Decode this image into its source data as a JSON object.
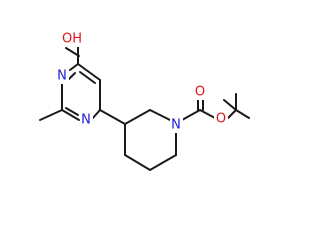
{
  "molecule": {
    "atoms": {
      "hydroxyl": {
        "label": "OH",
        "color": "#e0141d"
      },
      "n_upper": {
        "label": "N",
        "color": "#1b1bd6"
      },
      "n_lower": {
        "label": "N",
        "color": "#1b1bd6"
      },
      "n_piperidine": {
        "label": "N",
        "color": "#1b1bd6"
      },
      "o_carbonyl": {
        "label": "O",
        "color": "#e0141d"
      },
      "o_ester": {
        "label": "O",
        "color": "#e0141d"
      }
    },
    "bond_color": "#1a1a1a"
  }
}
